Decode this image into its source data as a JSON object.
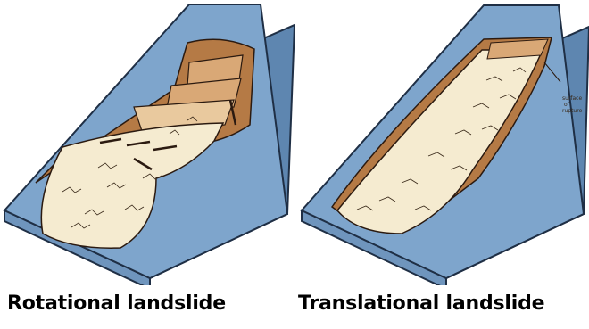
{
  "captions": {
    "left": "Rotational landslide",
    "right": "Translational landslide"
  },
  "annotations": {
    "surface_of_rupture": [
      "surface",
      "of",
      "rupture"
    ]
  },
  "colors": {
    "slope_top": "#7ea5cc",
    "slope_side": "#5e86b0",
    "slope_edge": "#1f2f45",
    "scarp_brown": "#b57a45",
    "block_tan": "#d9a876",
    "debris_cream": "#f5ebd0",
    "ink": "#2b1a10"
  }
}
